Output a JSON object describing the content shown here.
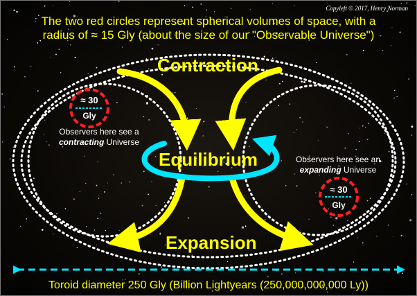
{
  "caption": {
    "line1": "The two red circles represent spherical volumes of space, with a",
    "line2": "radius of ≈ 15 Gly (about the size of our \"Observable Universe\")"
  },
  "copyright": "Copyleft © 2017, Henry Norman",
  "labels": {
    "contraction": "Contraction",
    "equilibrium": "Equilibrium",
    "expansion": "Expansion"
  },
  "observers": {
    "left_line1": "Observers here see a",
    "left_emph": "contracting",
    "left_tail": " Universe",
    "right_line1": "Observers here see an",
    "right_emph": "expanding",
    "right_tail": " Universe"
  },
  "volumes": {
    "left": {
      "value": "≈ 30",
      "unit": "Gly"
    },
    "right": {
      "value": "≈ 30",
      "unit": "Gly"
    }
  },
  "toroid": {
    "caption": "Toroid diameter 250 Gly (Billion Lightyears (250,000,000,000 Ly))"
  },
  "colors": {
    "arrow": "#ffff00",
    "cycle": "#00e5ff",
    "volume_circle": "#ff2020",
    "dotted": "#ffffff",
    "text": "#ffff00"
  }
}
